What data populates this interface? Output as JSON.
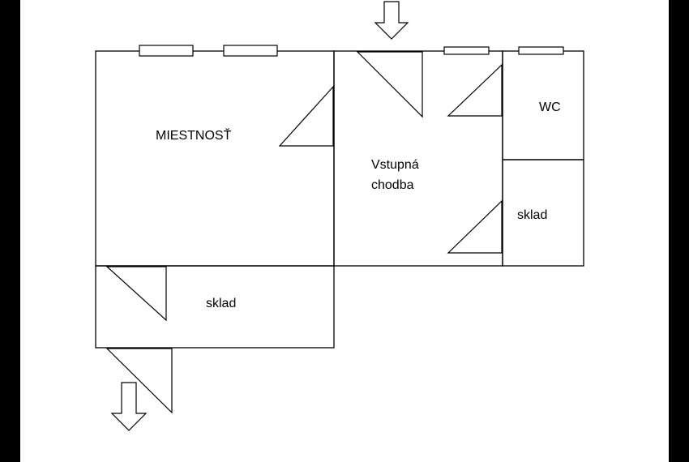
{
  "rooms": {
    "miestnost": {
      "label": "MIESTNOSŤ"
    },
    "chodba": {
      "label_line1": "Vstupná",
      "label_line2": "chodba"
    },
    "wc": {
      "label": "WC"
    },
    "sklad_right": {
      "label": "sklad"
    },
    "sklad_bottom": {
      "label": "sklad"
    }
  },
  "icons": {
    "entrance": "down-arrow-icon",
    "exit": "down-arrow-icon",
    "window": "window-icon",
    "door": "door-swing-icon"
  }
}
